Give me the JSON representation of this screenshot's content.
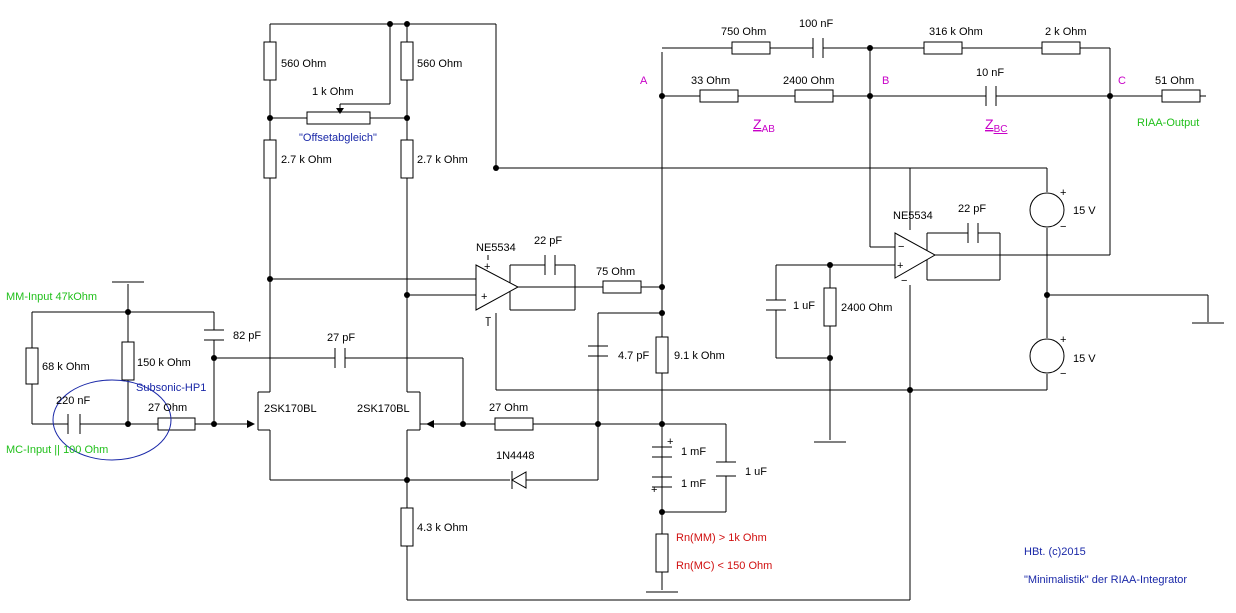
{
  "title": "\"Minimalistik\" der RIAA-Integrator",
  "author": "HBt.  (c)2015",
  "inputs": {
    "mm": "MM-Input  47kOhm",
    "mc": "MC-Input || 100 Ohm",
    "subsonic": "Subsonic-HP1"
  },
  "output": "RIAA-Output",
  "nodes": {
    "a": "A",
    "b": "B",
    "c": "C"
  },
  "impedances": {
    "zab_main": "Z",
    "zab_sub": "AB",
    "zbc_main": "Z",
    "zbc_sub": "BC"
  },
  "offset_label": "\"Offsetabgleich\"",
  "notes": {
    "rn_mm": "Rn(MM) > 1k  Ohm",
    "rn_mc": "Rn(MC) < 150 Ohm"
  },
  "components": {
    "r_560_left": "560  Ohm",
    "r_560_right": "560  Ohm",
    "pot_1k": "1 k Ohm",
    "r_27k_left": "2.7 k Ohm",
    "r_27k_right": "2.7 k Ohm",
    "c_82p": "82 pF",
    "c_27p": "27 pF",
    "r_68k": "68 k Ohm",
    "r_150k": "150 k Ohm",
    "c_220n": "220 nF",
    "r_27_in": "27  Ohm",
    "q1": "2SK170BL",
    "q2": "2SK170BL",
    "r_27_fb": "27  Ohm",
    "d1": "1N4448",
    "r_43k": "4.3 k Ohm",
    "opamp1": "NE5534",
    "c_22p_1": "22 pF",
    "r_75": "75  Ohm",
    "c_47p": "4.7 pF",
    "r_91k": "9.1 k Ohm",
    "c_1m_top": "1 mF",
    "c_1m_bot": "1 mF",
    "c_1u_right": "1 uF",
    "r_750": "750  Ohm",
    "c_100n": "100 nF",
    "r_316k": "316 k Ohm",
    "r_2k": "2 k Ohm",
    "r_33": "33  Ohm",
    "r_2400_top": "2400  Ohm",
    "c_10n": "10 nF",
    "r_51": "51  Ohm",
    "opamp2": "NE5534",
    "c_22p_2": "22 pF",
    "c_1u_bias": "1 uF",
    "r_2400_bias": "2400  Ohm",
    "supply_top": "15 V",
    "supply_bot": "15 V"
  },
  "colors": {
    "green": "#22c01c",
    "blue": "#1a28a8",
    "magenta": "#c800c8",
    "red": "#d01010"
  }
}
